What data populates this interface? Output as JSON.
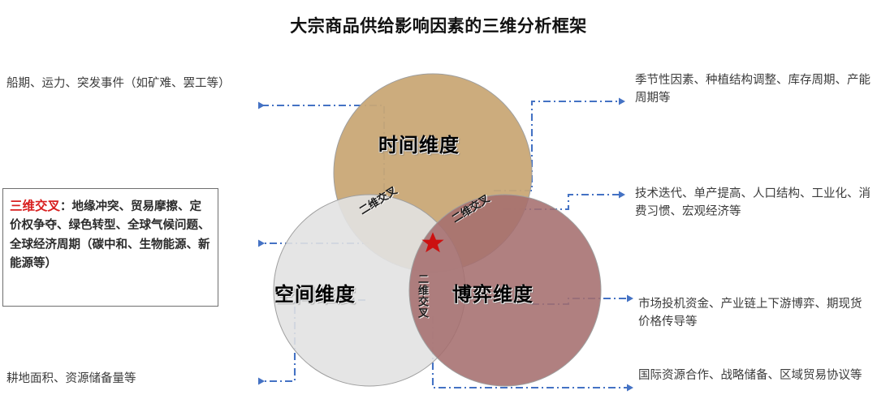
{
  "title": "大宗商品供给影响因素的三维分析框架",
  "colors": {
    "time_circle": "#C9A876",
    "space_circle": "#E2E2E2",
    "game_circle": "#A56E6E",
    "connector": "#4472C4",
    "star": "#CC1111",
    "accent_red": "#D81F1F",
    "box_border": "#6F6F6F"
  },
  "venn": {
    "circles": [
      {
        "id": "time",
        "label": "时间维度",
        "position": "top"
      },
      {
        "id": "space",
        "label": "空间维度",
        "position": "bottom-left"
      },
      {
        "id": "game",
        "label": "博弈维度",
        "position": "bottom-right"
      }
    ],
    "pair_intersections": [
      {
        "id": "time-space",
        "label": "二维交叉"
      },
      {
        "id": "time-game",
        "label": "二维交叉"
      },
      {
        "id": "space-game",
        "label": "二维交叉"
      }
    ],
    "center_marker": {
      "name": "three-way-intersection-star",
      "glyph": "★"
    }
  },
  "annotations": {
    "time_left": "船期、运力、突发事件（如矿难、罢工等）",
    "time_right": "季节性因素、种植结构调整、库存周期、产能周期等",
    "space_right_tech": "技术迭代、单产提高、人口结构、工业化、消费习惯、宏观经济等",
    "game_right": "市场投机资金、产业链上下游博弈、期现货价格传导等",
    "space_left_bottom": "耕地面积、资源储备量等",
    "game_right_bottom": "国际资源合作、战略储备、区域贸易协议等"
  },
  "boxed_note": {
    "accent": "三维交叉",
    "body": "：地缘冲突、贸易摩擦、定价权争夺、绿色转型、全球气候问题、全球经济周期（碳中和、生物能源、新能源等）"
  }
}
